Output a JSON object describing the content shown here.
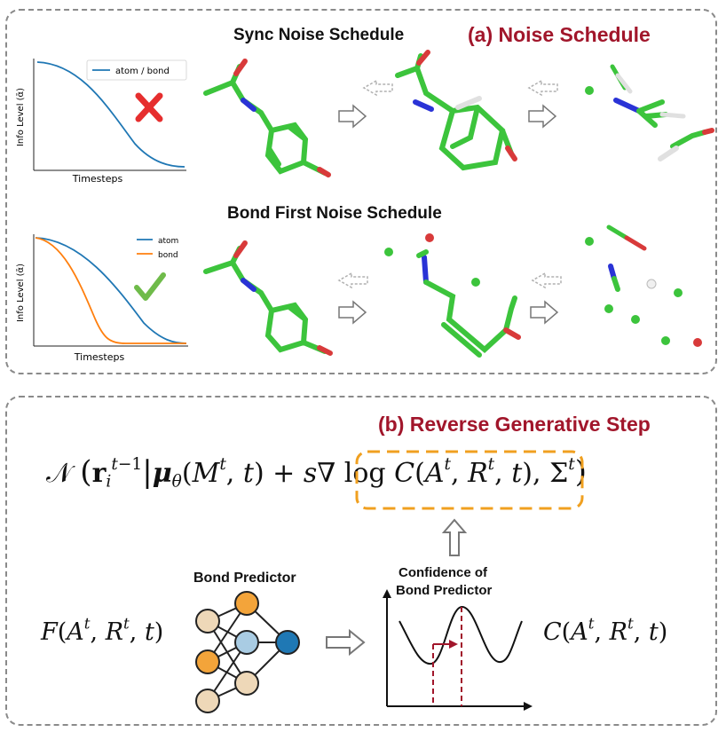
{
  "panel_a": {
    "label": "(a) Noise Schedule",
    "sync": {
      "title": "Sync Noise Schedule",
      "chart": {
        "ylabel": "Info Level (ᾱ)",
        "xlabel": "Timesteps",
        "legend": [
          "atom / bond"
        ],
        "verdict_icon": "red-x-icon"
      }
    },
    "bond_first": {
      "title": "Bond First Noise Schedule",
      "chart": {
        "ylabel": "Info Level (ᾱ)",
        "xlabel": "Timesteps",
        "legend": [
          "atom",
          "bond"
        ],
        "verdict_icon": "green-check-icon"
      }
    }
  },
  "panel_b": {
    "label": "(b) Reverse Generative Step",
    "bond_predictor_label": "Bond Predictor",
    "confidence_label_line1": "Confidence of",
    "confidence_label_line2": "Bond Predictor"
  },
  "colors": {
    "atom_line": "#1f77b4",
    "bond_line": "#ff7f0e",
    "accent_red": "#a1162b",
    "carbon": "#5ee05e",
    "nitrogen": "#2a33d6",
    "oxygen": "#d83a3a",
    "hydrogen": "#e8e8e8",
    "highlight_box": "#f0a020",
    "node_tan": "#eed8b8",
    "node_orange": "#f3a43a",
    "node_lightblue": "#a9cce3",
    "node_blue": "#1f78b4"
  }
}
